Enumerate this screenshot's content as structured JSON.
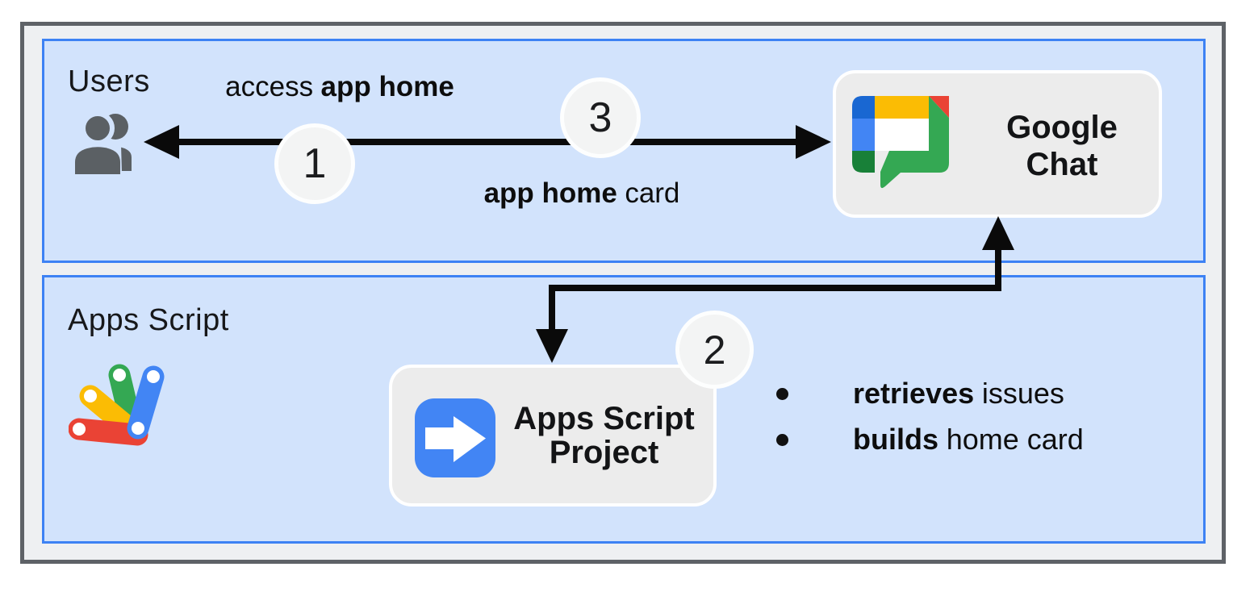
{
  "lanes": {
    "users": {
      "title": "Users"
    },
    "apps_script": {
      "title": "Apps Script"
    }
  },
  "nodes": {
    "google_chat": {
      "line1": "Google",
      "line2": "Chat"
    },
    "apps_script_project": {
      "line1": "Apps Script",
      "line2": "Project"
    }
  },
  "steps": {
    "step1": "1",
    "step2": "2",
    "step3": "3"
  },
  "edge_labels": {
    "request": {
      "regular": "access",
      "bold": "app home"
    },
    "response": {
      "bold": "app home",
      "regular": "card"
    }
  },
  "bullets": [
    {
      "bold": "retrieves",
      "rest": "issues"
    },
    {
      "bold": "builds",
      "rest": "home card"
    }
  ],
  "icons": {
    "users": "users-group-icon",
    "google_chat": "google-chat-logo",
    "apps_script": "apps-script-logo",
    "project": "deploy-arrow-icon"
  },
  "colors": {
    "lane_fill": "#d2e3fc",
    "lane_border": "#3d82f4",
    "frame_fill": "#eef0f2",
    "frame_border": "#5e6267",
    "node_fill": "#ececec",
    "node_border": "#ffffff",
    "arrow": "#0a0a0a",
    "step_circle_fill": "#f3f4f4",
    "google_blue": "#4285f4",
    "google_dark_blue": "#1967d2",
    "google_red": "#ea4335",
    "google_yellow": "#fbbc04",
    "google_green": "#34a853",
    "google_dark_green": "#188038",
    "users_icon_gray": "#5b6064"
  }
}
